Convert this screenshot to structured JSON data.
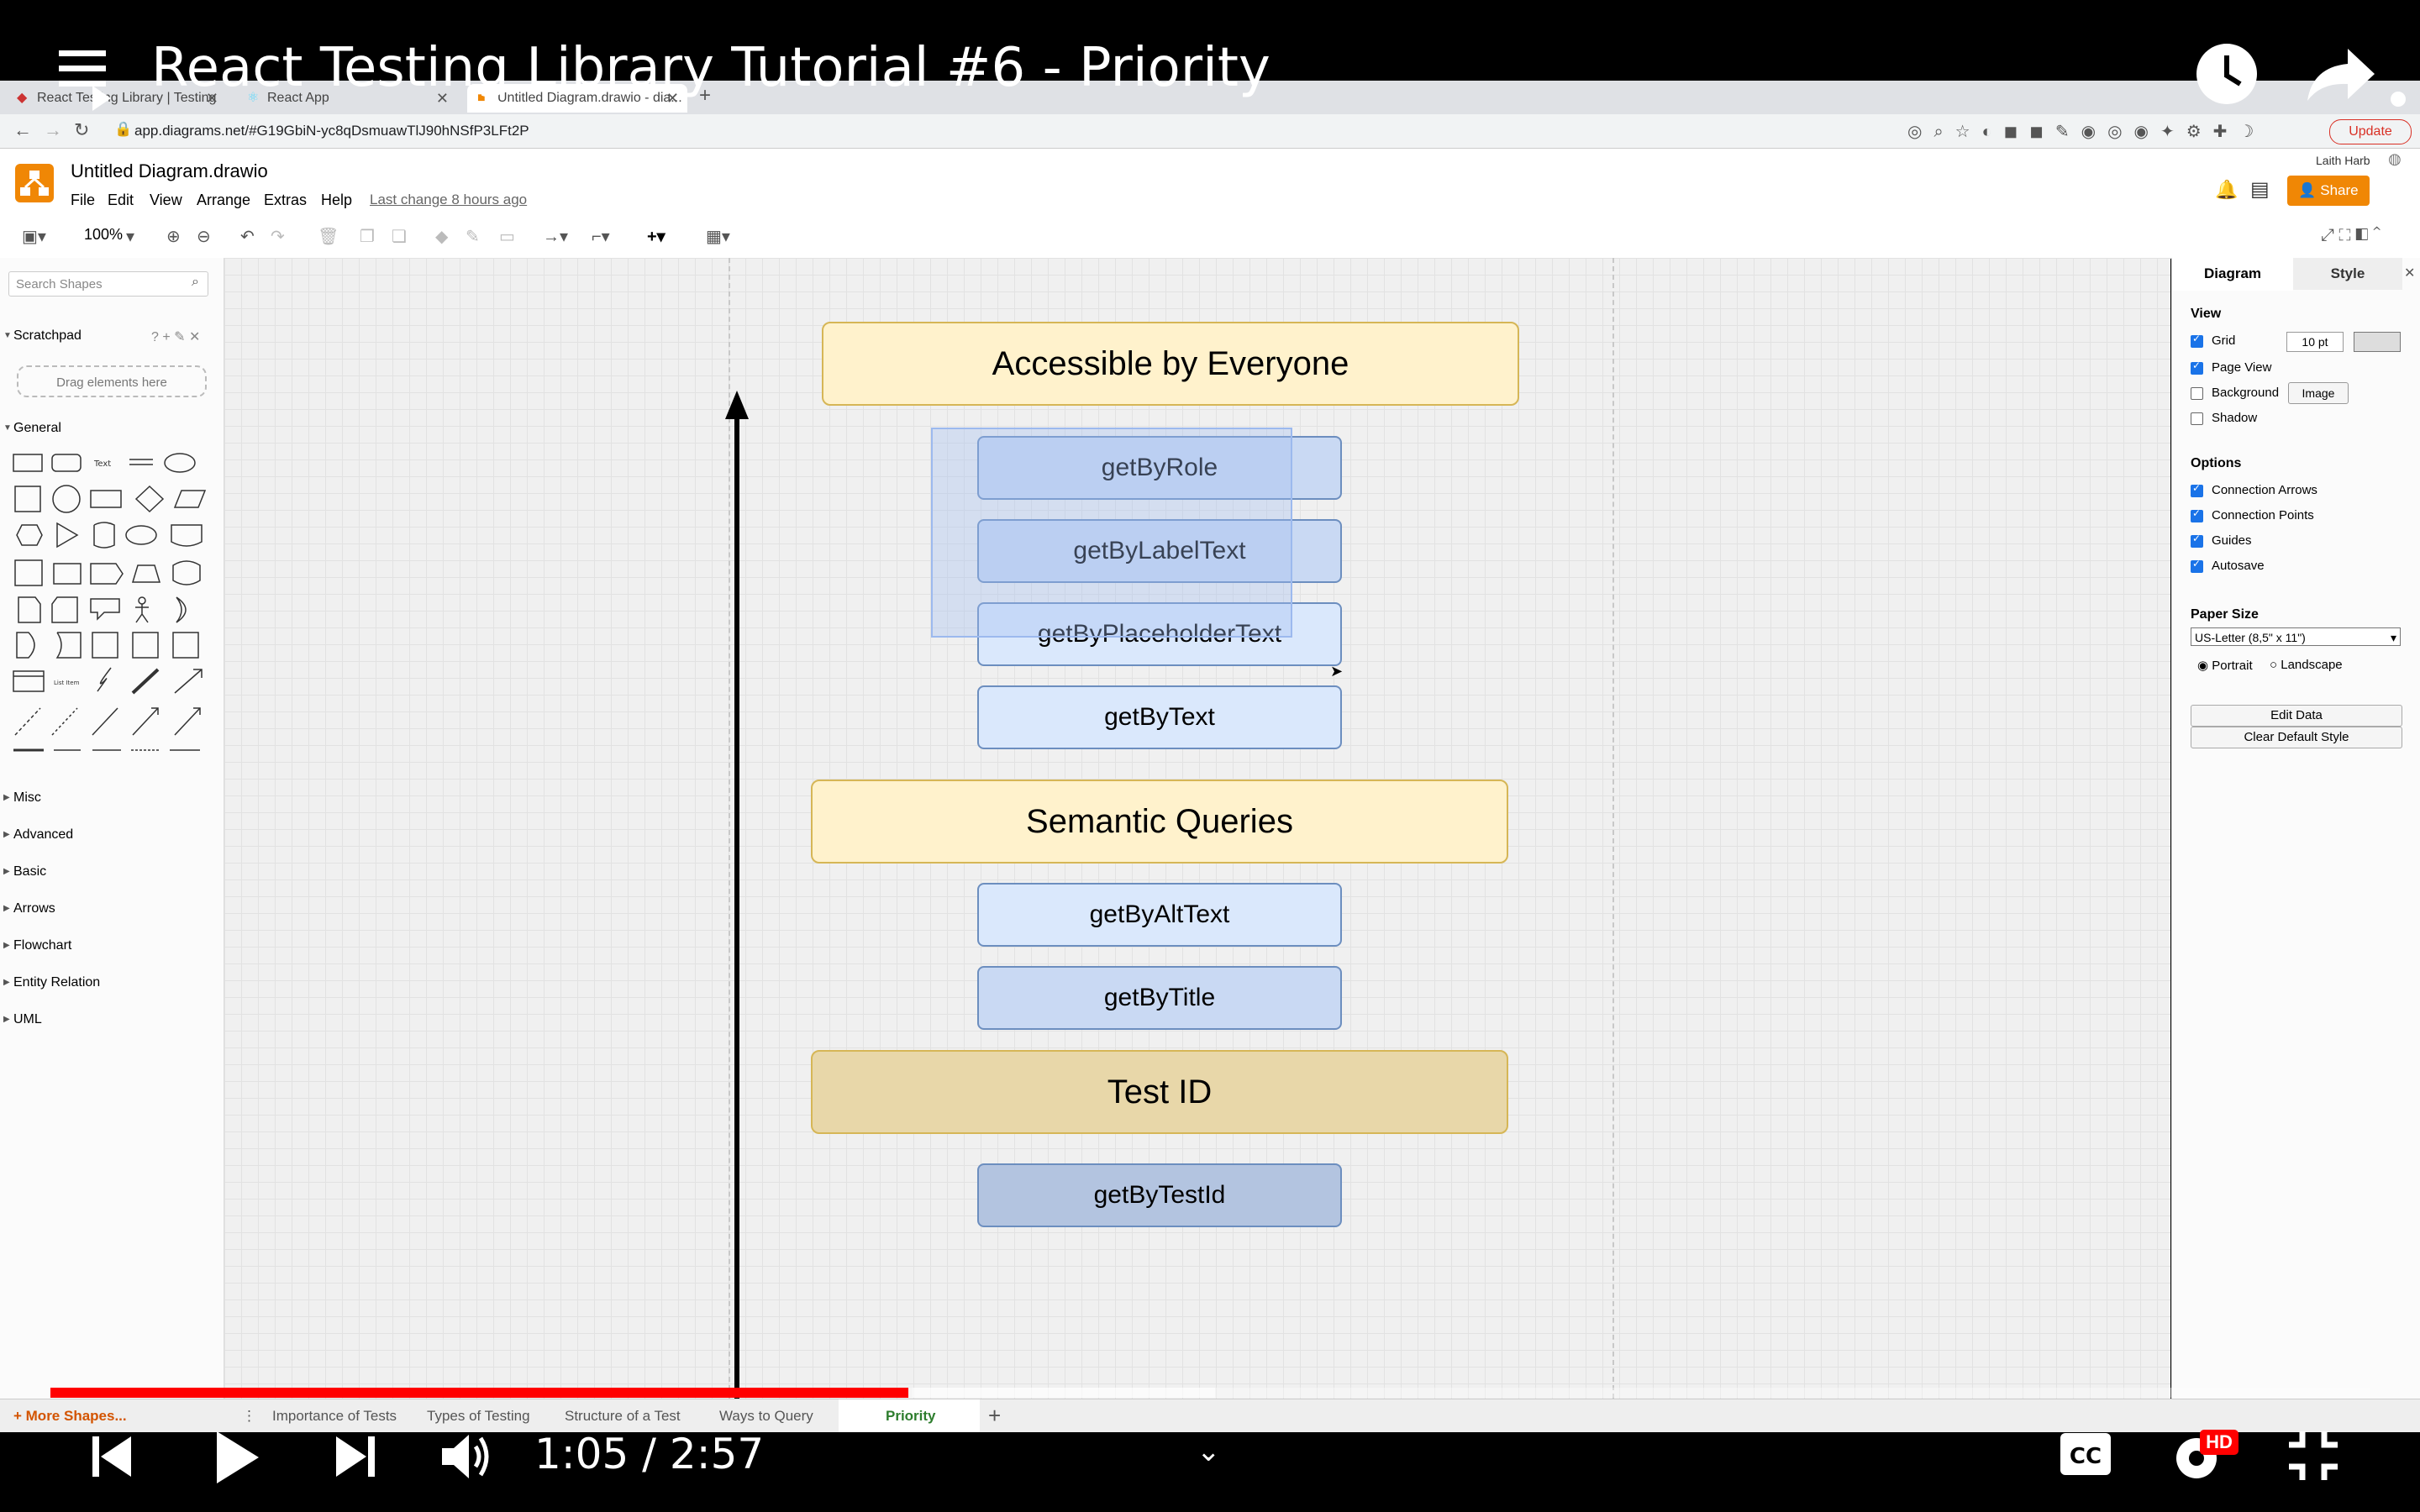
{
  "video": {
    "title": "React Testing Library Tutorial #6 - Priority",
    "time_display": "1:05 / 2:57",
    "progress": 0.37,
    "hd_badge": "HD"
  },
  "browser": {
    "tabs": [
      {
        "label": "React Testing Library | Testing"
      },
      {
        "label": "React App"
      },
      {
        "label": "Untitled Diagram.drawio - dia..."
      }
    ],
    "url": "app.diagrams.net/#G19GbiN-yc8qDsmuawTlJ90hNSfP3LFt2P",
    "update_label": "Update"
  },
  "app": {
    "doc_title": "Untitled Diagram.drawio",
    "menus": [
      "File",
      "Edit",
      "View",
      "Arrange",
      "Extras",
      "Help"
    ],
    "last_change": "Last change 8 hours ago",
    "user": "Laith Harb",
    "share_label": "Share",
    "zoom": "100%"
  },
  "sidebar": {
    "search_placeholder": "Search Shapes",
    "scratchpad": "Scratchpad",
    "drag_hint": "Drag elements here",
    "general": "General",
    "sections": [
      "Misc",
      "Advanced",
      "Basic",
      "Arrows",
      "Flowchart",
      "Entity Relation",
      "UML"
    ],
    "more_shapes": "+ More Shapes..."
  },
  "diagram": {
    "headers": [
      "Accessible by Everyone",
      "Semantic Queries",
      "Test ID"
    ],
    "queries": [
      "getByRole",
      "getByLabelText",
      "getByPlaceholderText",
      "getByText",
      "getByAltText",
      "getByTitle",
      "getByTestId"
    ]
  },
  "format_panel": {
    "tabs": [
      "Diagram",
      "Style"
    ],
    "view_label": "View",
    "grid_label": "Grid",
    "grid_size": "10 pt",
    "page_view": "Page View",
    "background": "Background",
    "image_btn": "Image",
    "shadow": "Shadow",
    "options_label": "Options",
    "connection_arrows": "Connection Arrows",
    "connection_points": "Connection Points",
    "guides": "Guides",
    "autosave": "Autosave",
    "paper_size_label": "Paper Size",
    "paper_size": "US-Letter (8,5\" x 11\")",
    "portrait": "Portrait",
    "landscape": "Landscape",
    "edit_data": "Edit Data",
    "clear_style": "Clear Default Style"
  },
  "pages": [
    "Importance of Tests",
    "Types of Testing",
    "Structure of a Test",
    "Ways to Query",
    "Priority"
  ],
  "colors": {
    "header_fill": "#fff2cc",
    "test_id_fill": "#e8d7a9",
    "query_light": "#dae8fc",
    "query_mid": "#c9d9f3",
    "query_dark": "#b3c4e0",
    "accent": "#f08705",
    "progress": "#ff0000"
  }
}
